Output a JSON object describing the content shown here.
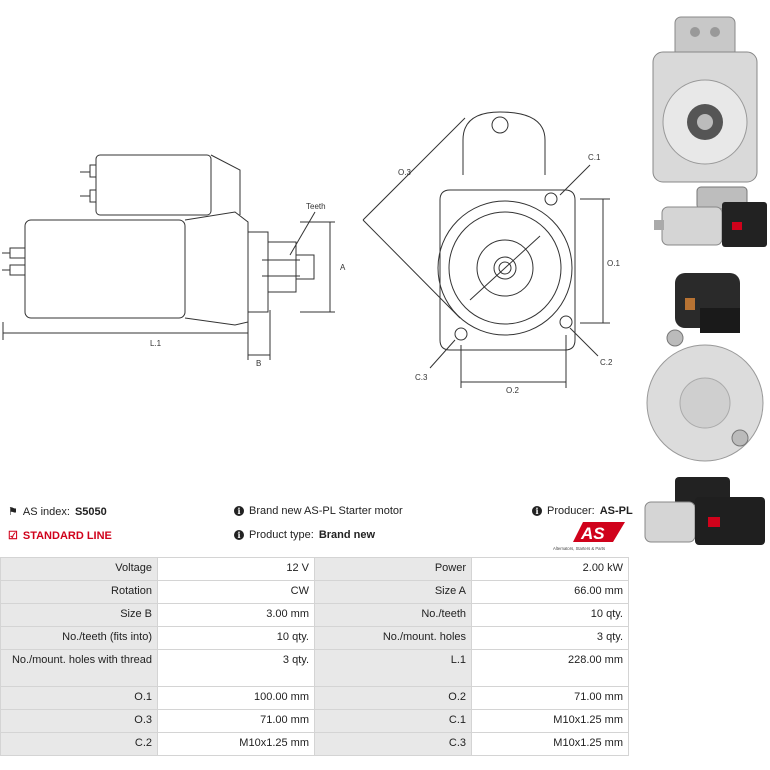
{
  "drawing_labels": {
    "teeth": "Teeth",
    "a": "A",
    "b": "B",
    "l1": "L.1",
    "o3": "O.3",
    "c1": "C.1",
    "o1": "O.1",
    "c2": "C.2",
    "c3": "C.3",
    "o2": "O.2"
  },
  "info": {
    "as_index_label": "AS index:",
    "as_index_value": "S5050",
    "standard_line": "STANDARD LINE",
    "description": "Brand new AS-PL Starter motor",
    "product_type_label": "Product type:",
    "product_type_value": "Brand new",
    "producer_label": "Producer:",
    "producer_value": "AS-PL"
  },
  "logo": {
    "text": "AS",
    "tagline": "Alternators, Starters & Parts",
    "color": "#d0021b"
  },
  "specs": [
    [
      "Voltage",
      "12 V",
      "Power",
      "2.00 kW"
    ],
    [
      "Rotation",
      "CW",
      "Size A",
      "66.00 mm"
    ],
    [
      "Size B",
      "3.00 mm",
      "No./teeth",
      "10 qty."
    ],
    [
      "No./teeth (fits into)",
      "10 qty.",
      "No./mount. holes",
      "3 qty."
    ],
    [
      "No./mount. holes with thread",
      "3 qty.",
      "L.1",
      "228.00 mm"
    ],
    [
      "O.1",
      "100.00 mm",
      "O.2",
      "71.00 mm"
    ],
    [
      "O.3",
      "71.00 mm",
      "C.1",
      "M10x1.25 mm"
    ],
    [
      "C.2",
      "M10x1.25 mm",
      "C.3",
      "M10x1.25 mm"
    ]
  ]
}
